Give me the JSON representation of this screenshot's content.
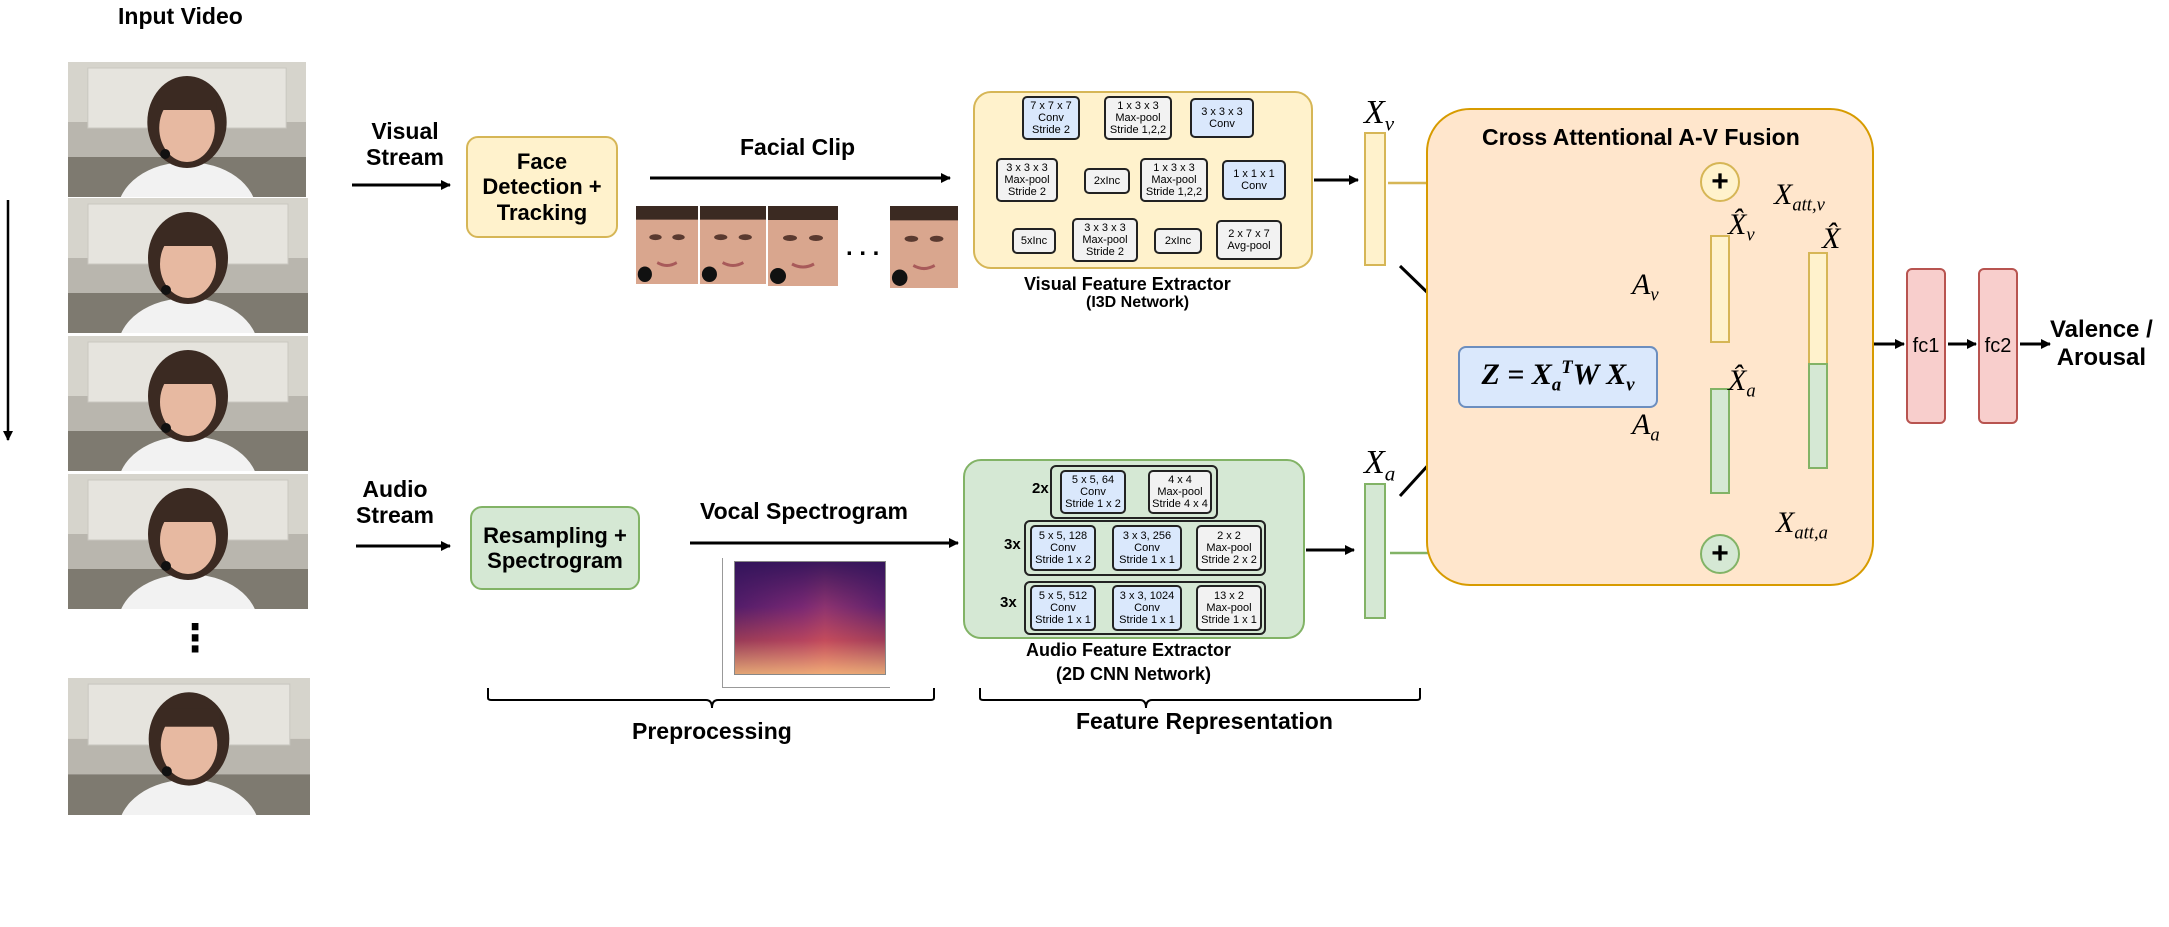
{
  "input_video": {
    "title": "Input Video",
    "ellipsis": "⋮"
  },
  "visual": {
    "stream_label": "Visual\nStream",
    "face_box": "Face\nDetection +\nTracking",
    "clip_label": "Facial Clip",
    "clip_dots": ". . .",
    "extractor_caption": "Visual Feature Extractor",
    "extractor_sub": "(I3D Network)",
    "blocks": {
      "b1": "7 x 7 x 7\nConv\nStride 2",
      "b2": "1 x 3 x 3\nMax-pool\nStride 1,2,2",
      "b3": "3 x 3 x 3\nConv",
      "b4": "1 x 1 x 1\nConv",
      "b5": "1 x 3 x 3\nMax-pool\nStride 1,2,2",
      "b6": "2xInc",
      "b7": "3 x 3 x 3\nMax-pool\nStride 2",
      "b8": "5xInc",
      "b9": "3 x 3 x 3\nMax-pool\nStride 2",
      "b10": "2xInc",
      "b11": "2 x 7 x 7\nAvg-pool"
    }
  },
  "audio": {
    "stream_label": "Audio\nStream",
    "resample_box": "Resampling +\nSpectrogram",
    "spectrogram_label": "Vocal Spectrogram",
    "extractor_caption": "Audio Feature Extractor",
    "extractor_sub": "(2D CNN Network)",
    "rows": [
      {
        "rep": "2x",
        "blocks": [
          "5 x 5, 64\nConv\nStride 1 x 2",
          "4 x 4\nMax-pool\nStride 4 x 4"
        ]
      },
      {
        "rep": "3x",
        "blocks": [
          "5 x 5, 128\nConv\nStride 1 x 2",
          "3 x 3, 256\nConv\nStride 1 x 1",
          "2 x 2\nMax-pool\nStride 2 x 2"
        ]
      },
      {
        "rep": "3x",
        "blocks": [
          "5 x 5, 512\nConv\nStride 1 x 1",
          "3 x 3, 1024\nConv\nStride 1 x 1",
          "13 x 2\nMax-pool\nStride 1 x 1"
        ]
      }
    ]
  },
  "brackets": {
    "preprocessing": "Preprocessing",
    "feature_representation": "Feature Representation"
  },
  "fusion": {
    "title": "Cross Attentional A-V Fusion",
    "plus": "+",
    "fc1": "fc1",
    "fc2": "fc2",
    "output": "Valence /\nArousal"
  },
  "colors": {
    "yellow_fill": "#fff2cc",
    "yellow_stroke": "#d6b656",
    "green_fill": "#d5e8d4",
    "green_stroke": "#82b366",
    "blue_fill": "#dae8fc",
    "blue_stroke": "#6c8ebf",
    "orange_fill": "#ffe6cc",
    "orange_stroke": "#d79b00",
    "red_fill": "#f8cecc",
    "red_stroke": "#b85450"
  }
}
